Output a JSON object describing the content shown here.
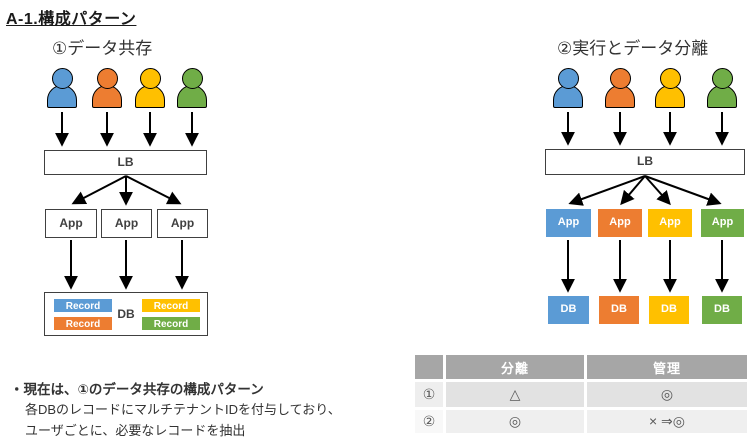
{
  "page": {
    "title": "A-1.構成パターン"
  },
  "colors": {
    "tenant_blue": "#5B9BD5",
    "tenant_orange": "#ED7D31",
    "tenant_yellow": "#FFC000",
    "tenant_green": "#70AD47",
    "box_border": "#404040",
    "arrow": "#000000",
    "table_header_bg": "#a6a6a6",
    "table_row1_bg": "#e2e2e2",
    "table_row2_bg": "#efefef"
  },
  "diagram1": {
    "label": "①データ共存",
    "lb_label": "LB",
    "apps": [
      "App",
      "App",
      "App"
    ],
    "db_label": "DB",
    "records": [
      {
        "label": "Record",
        "color": "#5B9BD5"
      },
      {
        "label": "Record",
        "color": "#ED7D31"
      },
      {
        "label": "Record",
        "color": "#FFC000"
      },
      {
        "label": "Record",
        "color": "#70AD47"
      }
    ]
  },
  "diagram2": {
    "label": "②実行とデータ分離",
    "lb_label": "LB",
    "apps": [
      {
        "label": "App",
        "color": "#5B9BD5"
      },
      {
        "label": "App",
        "color": "#ED7D31"
      },
      {
        "label": "App",
        "color": "#FFC000"
      },
      {
        "label": "App",
        "color": "#70AD47"
      }
    ],
    "dbs": [
      {
        "label": "DB",
        "color": "#5B9BD5"
      },
      {
        "label": "DB",
        "color": "#ED7D31"
      },
      {
        "label": "DB",
        "color": "#FFC000"
      },
      {
        "label": "DB",
        "color": "#70AD47"
      }
    ]
  },
  "note": {
    "line1": "・現在は、①のデータ共存の構成パターン",
    "line2": "各DBのレコードにマルチテナントIDを付与しており、",
    "line3": "ユーザごとに、必要なレコードを抽出"
  },
  "table": {
    "headers": [
      "",
      "分離",
      "管理"
    ],
    "rows": [
      {
        "id": "①",
        "bunri": "△",
        "kanri": "◎"
      },
      {
        "id": "②",
        "bunri": "◎",
        "kanri": "× ⇒◎"
      }
    ]
  }
}
